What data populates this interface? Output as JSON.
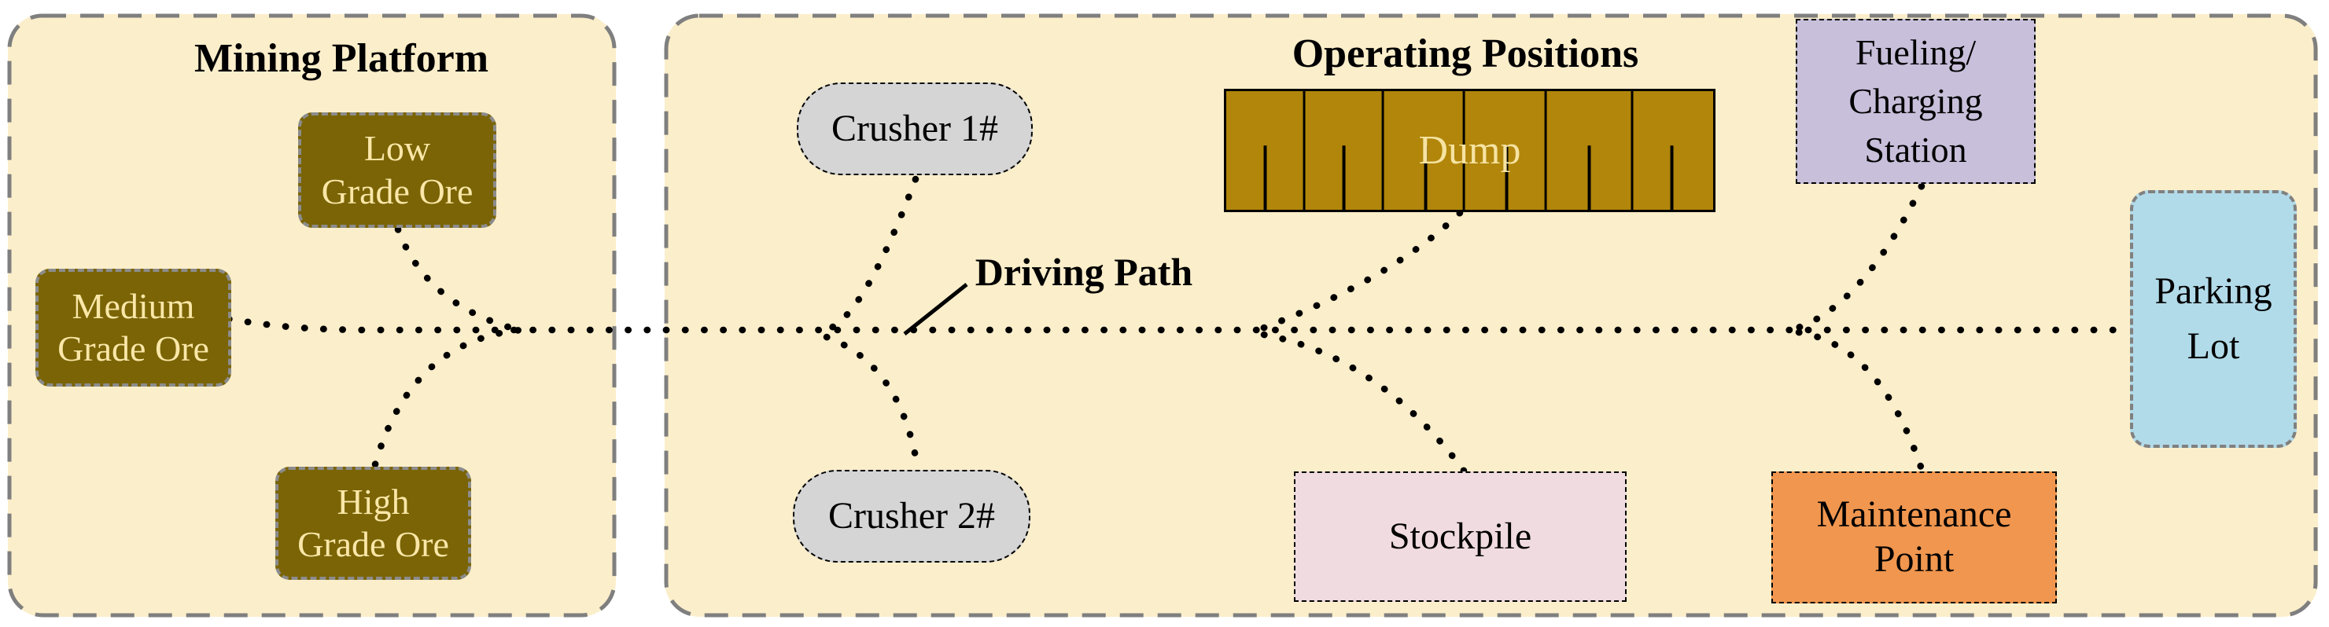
{
  "palette": {
    "page_bg": "#ffffff",
    "panel_fill": "#fbeeca",
    "panel_border": "#7f7f7f",
    "ore_box_fill": "#7a6405",
    "ore_box_text": "#fae7a8",
    "dump_fill": "#b1860a",
    "dump_text": "#f6e3a2",
    "crusher_fill": "#d5d5d5",
    "stockpile_fill": "#f0dbe0",
    "maintenance_fill": "#f0964f",
    "fueling_fill": "#c8bfdb",
    "parking_fill": "#b2dbe9",
    "path_color": "#000000"
  },
  "mining_platform": {
    "title": "Mining Platform",
    "low_grade": {
      "line1": "Low",
      "line2": "Grade Ore"
    },
    "medium_grade": {
      "line1": "Medium",
      "line2": "Grade Ore"
    },
    "high_grade": {
      "line1": "High",
      "line2": "Grade Ore"
    }
  },
  "operating_positions": {
    "title": "Operating Positions",
    "crusher1": "Crusher 1#",
    "crusher2": "Crusher 2#",
    "dump": "Dump",
    "stockpile": "Stockpile",
    "fueling": {
      "line1": "Fueling/",
      "line2": "Charging",
      "line3": "Station"
    },
    "maintenance": {
      "line1": "Maintenance",
      "line2": "Point"
    },
    "parking": {
      "line1": "Parking",
      "line2": "Lot"
    }
  },
  "driving_path": {
    "label": "Driving Path"
  }
}
